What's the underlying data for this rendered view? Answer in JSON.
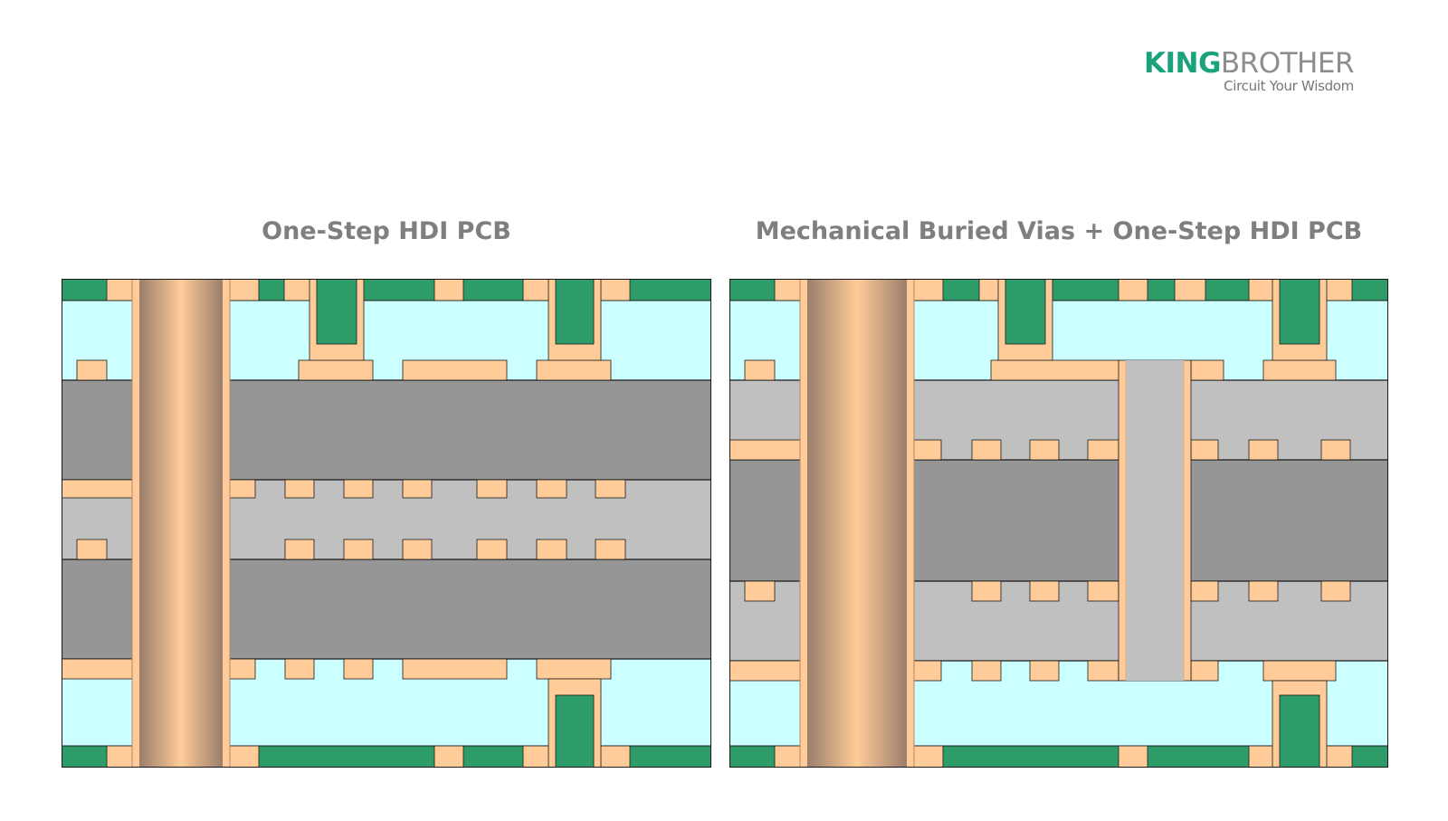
{
  "logo": {
    "brand_part1": "KING",
    "brand_part2": "BROTHER",
    "tagline": "Circuit Your Wisdom"
  },
  "diagrams": [
    {
      "id": "left",
      "title": "One-Step HDI PCB"
    },
    {
      "id": "right",
      "title": "Mechanical Buried Vias + One-Step HDI PCB"
    }
  ],
  "colors": {
    "solder_mask": "#2e9c68",
    "copper": "#ffcb98",
    "prepreg": "#ccffff",
    "core_dark": "#969696",
    "core_light": "#c0c0c0",
    "outline": "#1a1a1a",
    "title": "#7f7f7f",
    "logo_green": "#1aa37a",
    "logo_gray": "#8e8e8e"
  }
}
